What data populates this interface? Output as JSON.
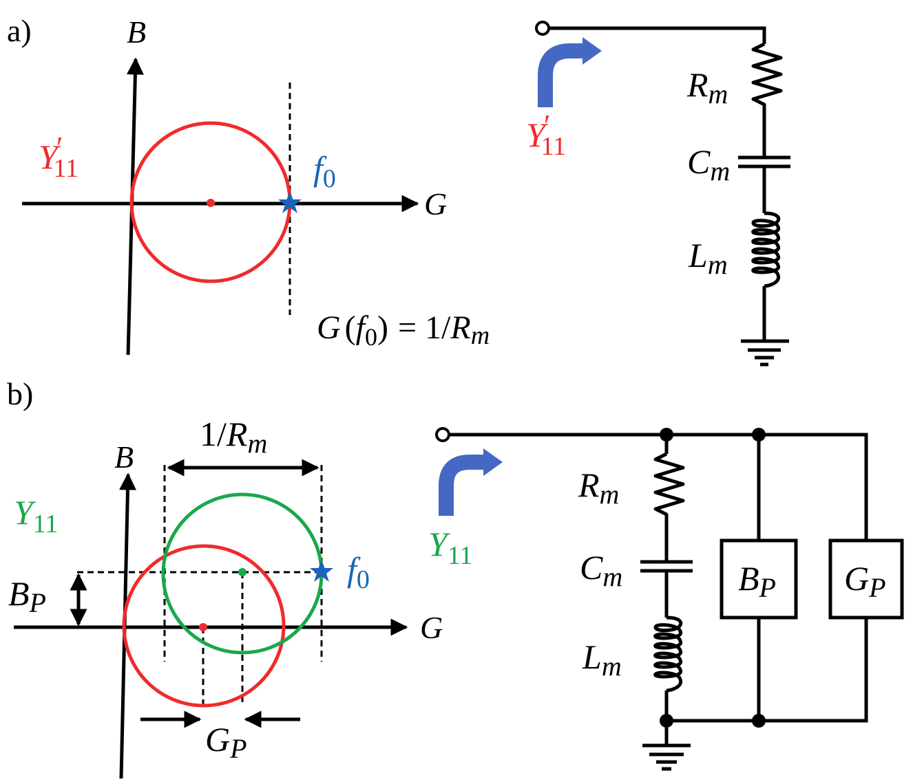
{
  "colors": {
    "red": "#ef2b2b",
    "green": "#1aa84a",
    "blue": "#1a63b8",
    "arrow_blue": "#4468c4",
    "black": "#000000"
  },
  "panel_a": {
    "label": "a)",
    "axis_b": "B",
    "axis_g": "G",
    "curve_label_main": "Y",
    "curve_label_prime": "′",
    "curve_label_sub": "11",
    "f0_main": "f",
    "f0_sub": "0",
    "eq_g": "G",
    "eq_open": "(",
    "eq_f": "f",
    "eq_sub0": "0",
    "eq_close": ")",
    "eq_rest": "= 1/",
    "eq_r": "R",
    "eq_rsub": "m",
    "circuit": {
      "input_label_main": "Y",
      "input_label_prime": "′",
      "input_label_sub": "11",
      "r_main": "R",
      "r_sub": "m",
      "c_main": "C",
      "c_sub": "m",
      "l_main": "L",
      "l_sub": "m"
    }
  },
  "panel_b": {
    "label": "b)",
    "axis_b": "B",
    "axis_g": "G",
    "curve_label_main": "Y",
    "curve_label_sub": "11",
    "f0_main": "f",
    "f0_sub": "0",
    "width_prefix": "1/",
    "width_main": "R",
    "width_sub": "m",
    "bp_main": "B",
    "bp_sub": "P",
    "gp_main": "G",
    "gp_sub": "P",
    "circuit": {
      "input_label_main": "Y",
      "input_label_sub": "11",
      "r_main": "R",
      "r_sub": "m",
      "c_main": "C",
      "c_sub": "m",
      "l_main": "L",
      "l_sub": "m",
      "box_bp_main": "B",
      "box_bp_sub": "P",
      "box_gp_main": "G",
      "box_gp_sub": "P"
    }
  }
}
